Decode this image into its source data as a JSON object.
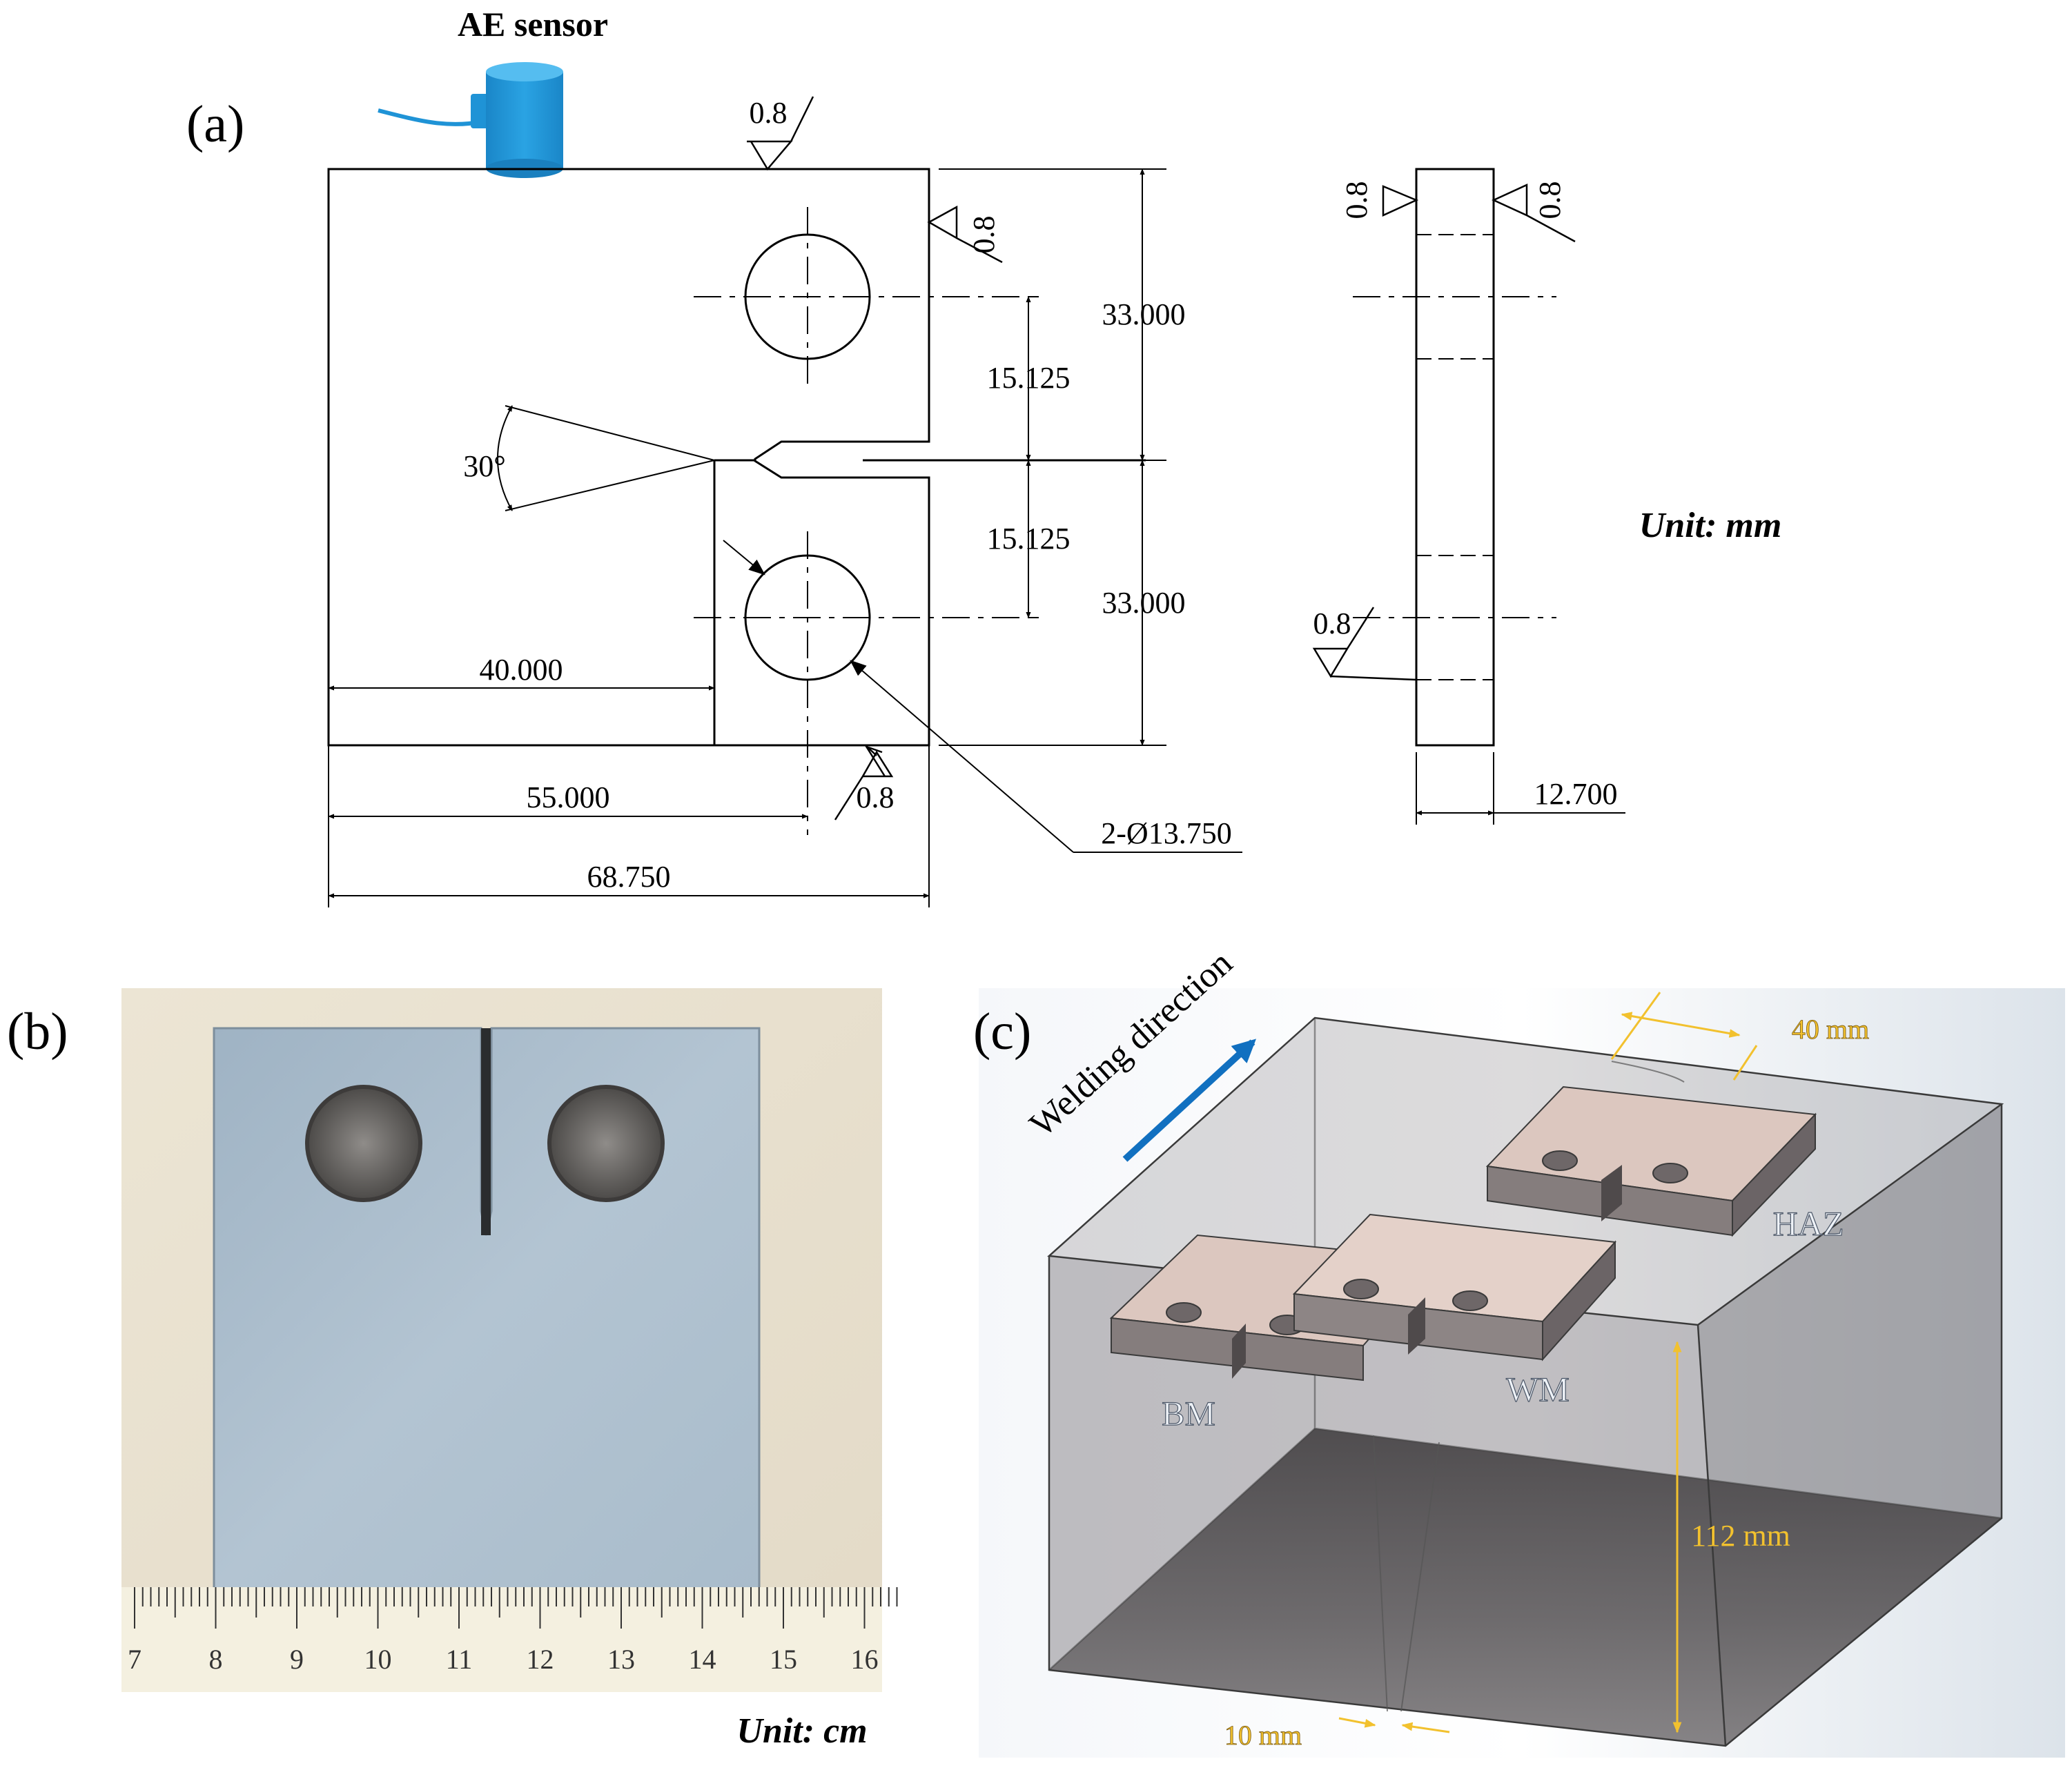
{
  "panel_a": {
    "label": "(a)",
    "sensor_label": "AE sensor",
    "unit": "Unit: mm",
    "roughness": "0.8",
    "dimensions": {
      "height_top": "33.000",
      "height_bottom": "33.000",
      "hole_offset_top": "15.125",
      "hole_offset_bottom": "15.125",
      "notch_depth": "40.000",
      "hole_center_x": "55.000",
      "width": "68.750",
      "hole_diameter": "2-Ø13.750",
      "thickness": "12.700",
      "notch_angle": "30°"
    }
  },
  "panel_b": {
    "label": "(b)",
    "unit": "Unit: cm",
    "ruler_numbers": [
      "7",
      "8",
      "9",
      "10",
      "11",
      "12",
      "13",
      "14",
      "15",
      "16"
    ]
  },
  "panel_c": {
    "label": "(c)",
    "direction_label": "Welding direction",
    "width_label": "40 mm",
    "depth_label": "112 mm",
    "gap_label": "10 mm",
    "zones": {
      "base_metal": "BM",
      "weld_metal": "WM",
      "heat_affected_zone": "HAZ"
    }
  },
  "colors": {
    "sensor_blue": "#1f93d6",
    "arrow_blue": "#1170c0",
    "dimension_yellow": "#f2c12e",
    "specimen_face": "#dcc7bf",
    "block_grey": "#8e8a8f"
  }
}
